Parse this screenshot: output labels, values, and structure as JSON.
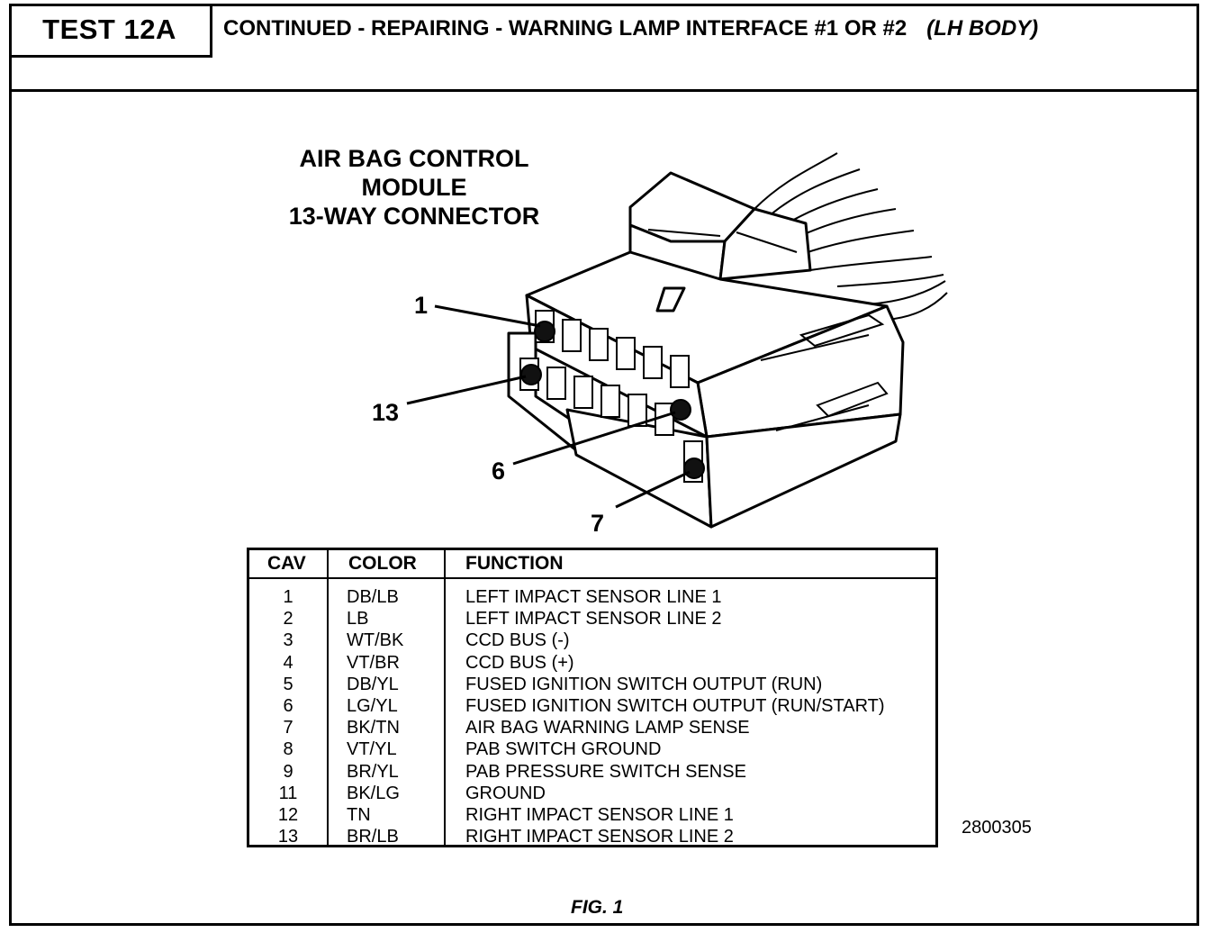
{
  "header": {
    "test_label": "TEST 12A",
    "title": "CONTINUED - REPAIRING - WARNING LAMP INTERFACE #1 OR #2",
    "title_suffix": "(LH BODY)"
  },
  "diagram": {
    "title_lines": [
      "AIR BAG CONTROL",
      "MODULE",
      "13-WAY CONNECTOR"
    ],
    "callouts": [
      "1",
      "13",
      "6",
      "7"
    ]
  },
  "pin_table": {
    "headers": [
      "CAV",
      "COLOR",
      "FUNCTION"
    ],
    "rows": [
      {
        "cav": "1",
        "color": "DB/LB",
        "function": "LEFT IMPACT SENSOR LINE 1"
      },
      {
        "cav": "2",
        "color": "LB",
        "function": "LEFT IMPACT SENSOR LINE 2"
      },
      {
        "cav": "3",
        "color": "WT/BK",
        "function": "CCD BUS (-)"
      },
      {
        "cav": "4",
        "color": "VT/BR",
        "function": "CCD BUS (+)"
      },
      {
        "cav": "5",
        "color": "DB/YL",
        "function": "FUSED IGNITION SWITCH OUTPUT (RUN)"
      },
      {
        "cav": "6",
        "color": "LG/YL",
        "function": "FUSED IGNITION SWITCH OUTPUT (RUN/START)"
      },
      {
        "cav": "7",
        "color": "BK/TN",
        "function": "AIR BAG WARNING LAMP SENSE"
      },
      {
        "cav": "8",
        "color": "VT/YL",
        "function": "PAB SWITCH GROUND"
      },
      {
        "cav": "9",
        "color": "BR/YL",
        "function": "PAB PRESSURE SWITCH SENSE"
      },
      {
        "cav": "11",
        "color": "BK/LG",
        "function": "GROUND"
      },
      {
        "cav": "12",
        "color": "TN",
        "function": "RIGHT IMPACT SENSOR LINE 1"
      },
      {
        "cav": "13",
        "color": "BR/LB",
        "function": "RIGHT IMPACT SENSOR LINE 2"
      }
    ]
  },
  "drawing_number": "2800305",
  "figure_caption": "FIG. 1"
}
